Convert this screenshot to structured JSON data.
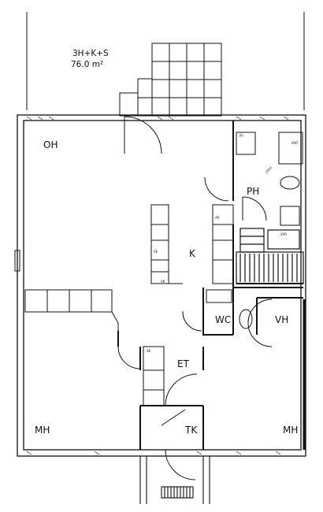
{
  "apartment": {
    "type": "3H+K+S",
    "area": "76.0 m²"
  },
  "rooms": {
    "oh": "OH",
    "ph": "PH",
    "k": "K",
    "wc": "WC",
    "vh": "VH",
    "et": "ET",
    "mh_left": "MH",
    "mh_right": "MH",
    "tk": "TK"
  },
  "fixtures": {
    "py": "PY",
    "var1": "VAR",
    "var2": "VAR",
    "ap": "AP",
    "ve": "VE",
    "sk": "SK",
    "vk": "VK",
    "dim": "2350"
  }
}
